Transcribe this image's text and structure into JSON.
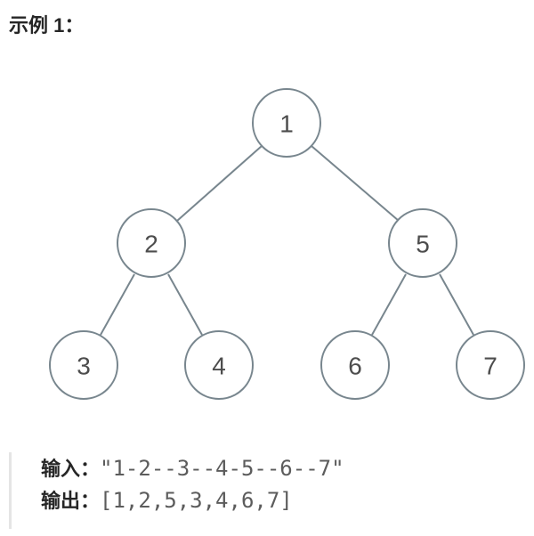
{
  "heading": "示例 1：",
  "tree": {
    "nodes": [
      {
        "id": "n1",
        "label": "1"
      },
      {
        "id": "n2",
        "label": "2"
      },
      {
        "id": "n5",
        "label": "5"
      },
      {
        "id": "n3",
        "label": "3"
      },
      {
        "id": "n4",
        "label": "4"
      },
      {
        "id": "n6",
        "label": "6"
      },
      {
        "id": "n7",
        "label": "7"
      }
    ],
    "edges": [
      {
        "from": "n1",
        "to": "n2"
      },
      {
        "from": "n1",
        "to": "n5"
      },
      {
        "from": "n2",
        "to": "n3"
      },
      {
        "from": "n2",
        "to": "n4"
      },
      {
        "from": "n5",
        "to": "n6"
      },
      {
        "from": "n5",
        "to": "n7"
      }
    ]
  },
  "example": {
    "input_label": "输入：",
    "input_value": "\"1-2--3--4-5--6--7\"",
    "output_label": "输出：",
    "output_value": "[1,2,5,3,4,6,7]"
  },
  "colors": {
    "node_stroke": "#78868e",
    "node_text": "#4d4d4d",
    "heading_text": "#262626",
    "code_text": "#5c5c5c",
    "quote_bar": "#e5e5e5"
  }
}
